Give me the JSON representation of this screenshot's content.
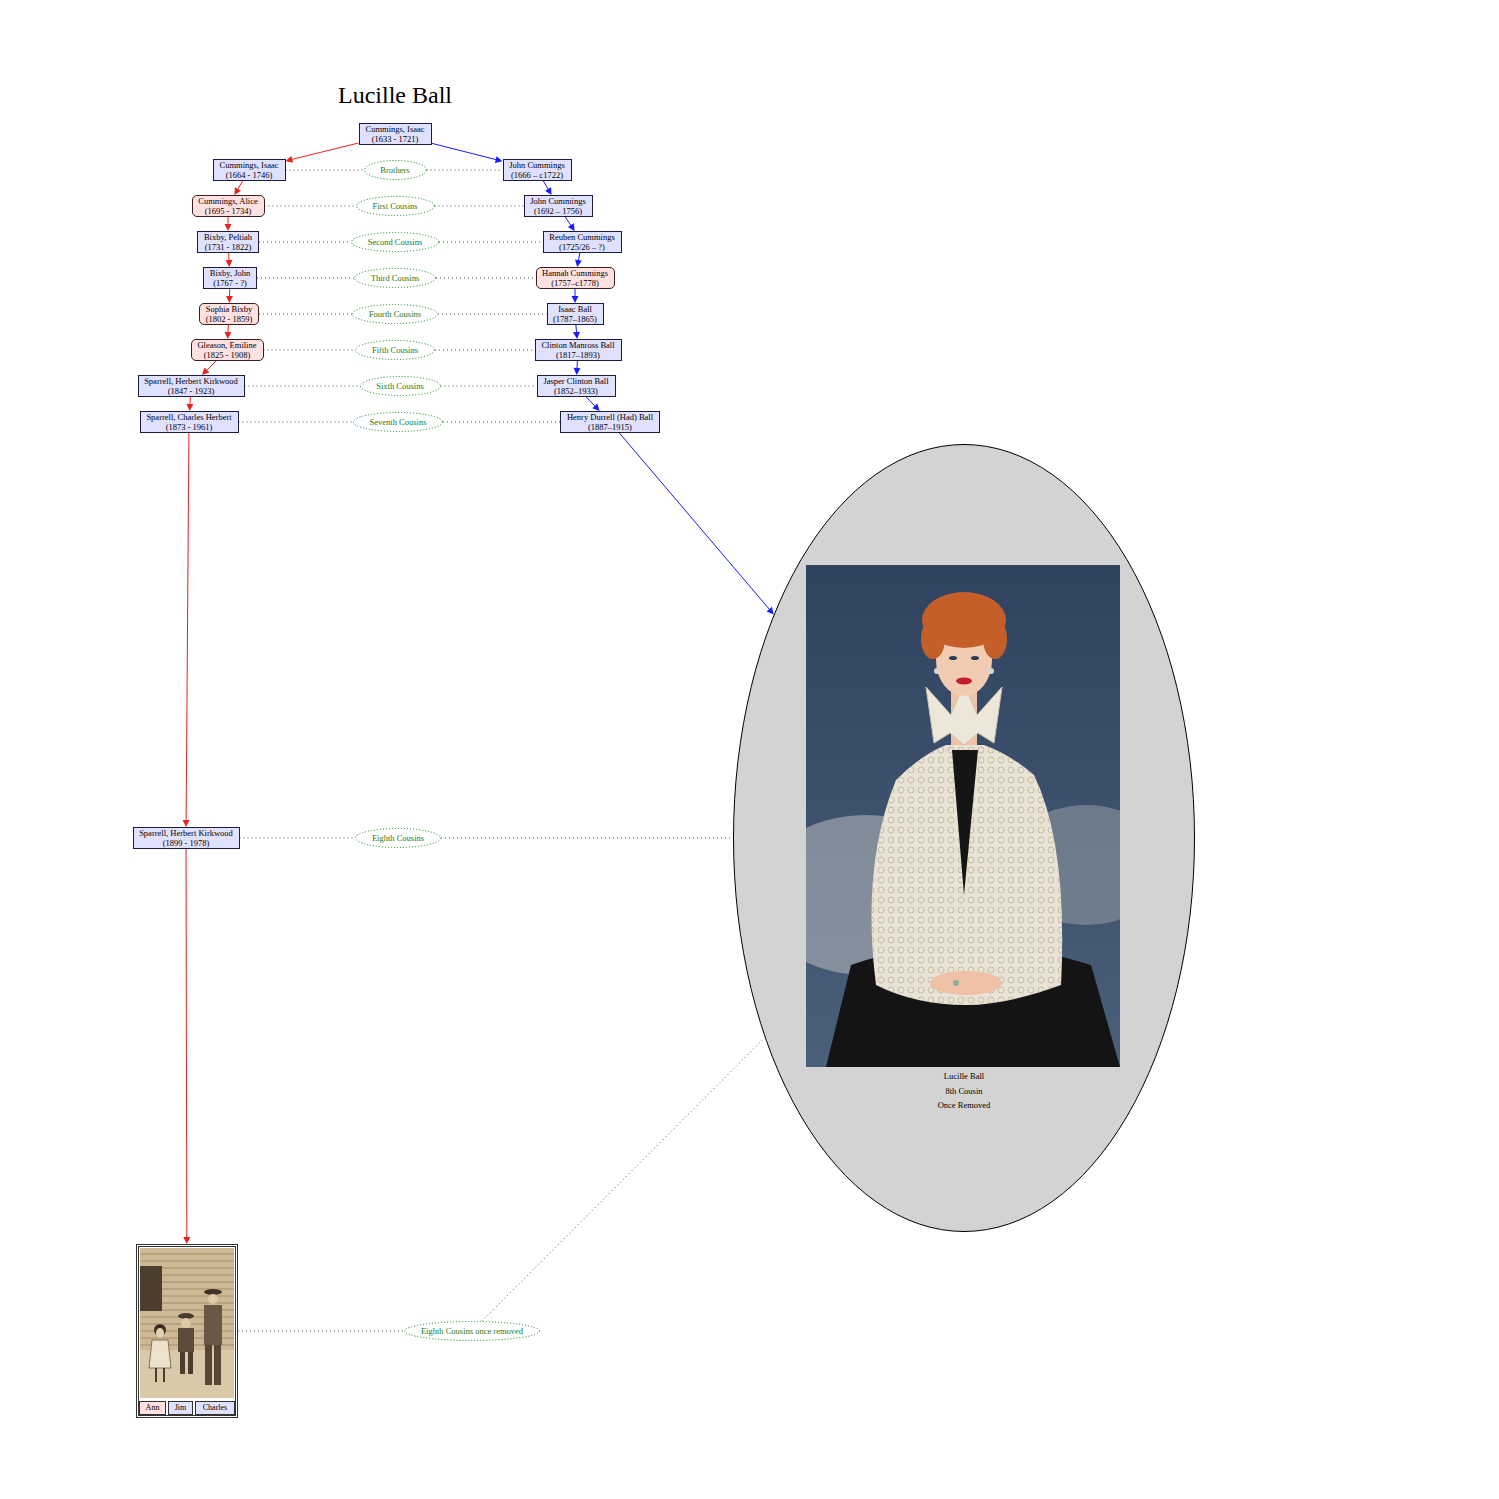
{
  "diagram": {
    "title": "Lucille Ball",
    "nodes": [
      {
        "text": [
          "Cummings, Isaac",
          "(1633 - 1721)"
        ]
      },
      {
        "text": [
          "Cummings, Isaac",
          "(1664 - 1746)"
        ]
      },
      {
        "text": [
          "Brothers"
        ]
      },
      {
        "text": [
          "John Cummings",
          "(1666 – c1722)"
        ]
      },
      {
        "text": [
          "Cummings, Alice",
          "(1695 - 1734)"
        ]
      },
      {
        "text": [
          "First Cousins"
        ]
      },
      {
        "text": [
          "John Cummings",
          "(1692 – 1756)"
        ]
      },
      {
        "text": [
          "Bixby, Peltiah",
          "(1731 - 1822)"
        ]
      },
      {
        "text": [
          "Second Cousins"
        ]
      },
      {
        "text": [
          "Reuben Cummings",
          "(1725/26 – ?)"
        ]
      },
      {
        "text": [
          "Bixby, John",
          "(1767 - ?)"
        ]
      },
      {
        "text": [
          "Third Cousins"
        ]
      },
      {
        "text": [
          "Hannah Cummings",
          "(1757–c1778)"
        ]
      },
      {
        "text": [
          "Sophia Bixby",
          "(1802 - 1859)"
        ]
      },
      {
        "text": [
          "Fourth Cousins"
        ]
      },
      {
        "text": [
          "Isaac Ball",
          "(1787–1865)"
        ]
      },
      {
        "text": [
          "Gleason, Emiline",
          "(1825 - 1908)"
        ]
      },
      {
        "text": [
          "Fifth Cousins"
        ]
      },
      {
        "text": [
          "Clinton Manross Ball",
          "(1817–1893)"
        ]
      },
      {
        "text": [
          "Sparrell, Herbert Kirkwood",
          "(1847 - 1923)"
        ]
      },
      {
        "text": [
          "Sixth Cousins"
        ]
      },
      {
        "text": [
          "Jasper Clinton Ball",
          "(1852–1933)"
        ]
      },
      {
        "text": [
          "Sparrell, Charles Herbert",
          "(1873 - 1961)"
        ]
      },
      {
        "text": [
          "Seventh Cousins"
        ]
      },
      {
        "text": [
          "Henry Durrell (Had) Ball",
          "(1887–1915)"
        ]
      },
      {
        "text": [
          "Sparrell, Herbert Kirkwood",
          "(1899 - 1978)"
        ]
      },
      {
        "text": [
          "Eighth Cousins"
        ]
      },
      {
        "text": [
          "Lucille Ball",
          "8th Cousin",
          "Once Removed"
        ]
      },
      {
        "text": [
          "Ann",
          "Jim",
          "Charles"
        ]
      },
      {
        "text": [
          "Eighth Cousins once removed"
        ]
      }
    ],
    "edges": [
      {
        "from": 0,
        "to": 1,
        "arrow": "to"
      },
      {
        "from": 1,
        "to": 4,
        "arrow": "to"
      },
      {
        "from": 4,
        "to": 7,
        "arrow": "to"
      },
      {
        "from": 7,
        "to": 10,
        "arrow": "to"
      },
      {
        "from": 10,
        "to": 13,
        "arrow": "to"
      },
      {
        "from": 13,
        "to": 16,
        "arrow": "to"
      },
      {
        "from": 16,
        "to": 19,
        "arrow": "to"
      },
      {
        "from": 19,
        "to": 22,
        "arrow": "to"
      },
      {
        "from": 22,
        "to": 25,
        "arrow": "to"
      },
      {
        "from": 25,
        "to": 28,
        "arrow": "to"
      },
      {
        "from": 0,
        "to": 3,
        "arrow": "to"
      },
      {
        "from": 3,
        "to": 6,
        "arrow": "to"
      },
      {
        "from": 6,
        "to": 9,
        "arrow": "to"
      },
      {
        "from": 9,
        "to": 12,
        "arrow": "to"
      },
      {
        "from": 12,
        "to": 15,
        "arrow": "to"
      },
      {
        "from": 15,
        "to": 18,
        "arrow": "to"
      },
      {
        "from": 18,
        "to": 21,
        "arrow": "to"
      },
      {
        "from": 21,
        "to": 24,
        "arrow": "to"
      },
      {
        "from": 24,
        "to": 27,
        "arrow": "to"
      },
      {
        "from": 1,
        "to": 2,
        "arrow": "none"
      },
      {
        "from": 2,
        "to": 3,
        "arrow": "none"
      },
      {
        "from": 4,
        "to": 5,
        "arrow": "none"
      },
      {
        "from": 5,
        "to": 6,
        "arrow": "none"
      },
      {
        "from": 7,
        "to": 8,
        "arrow": "none"
      },
      {
        "from": 8,
        "to": 9,
        "arrow": "none"
      },
      {
        "from": 10,
        "to": 11,
        "arrow": "none"
      },
      {
        "from": 11,
        "to": 12,
        "arrow": "none"
      },
      {
        "from": 13,
        "to": 14,
        "arrow": "none"
      },
      {
        "from": 14,
        "to": 15,
        "arrow": "none"
      },
      {
        "from": 16,
        "to": 17,
        "arrow": "none"
      },
      {
        "from": 17,
        "to": 18,
        "arrow": "none"
      },
      {
        "from": 19,
        "to": 20,
        "arrow": "none"
      },
      {
        "from": 20,
        "to": 21,
        "arrow": "none"
      },
      {
        "from": 22,
        "to": 23,
        "arrow": "none"
      },
      {
        "from": 23,
        "to": 24,
        "arrow": "none"
      },
      {
        "from": 25,
        "to": 26,
        "arrow": "none"
      },
      {
        "from": 26,
        "to": 27,
        "arrow": "none"
      },
      {
        "from": 28,
        "to": 29,
        "arrow": "none"
      },
      {
        "from": 29,
        "to": 27,
        "arrow": "none"
      }
    ]
  }
}
